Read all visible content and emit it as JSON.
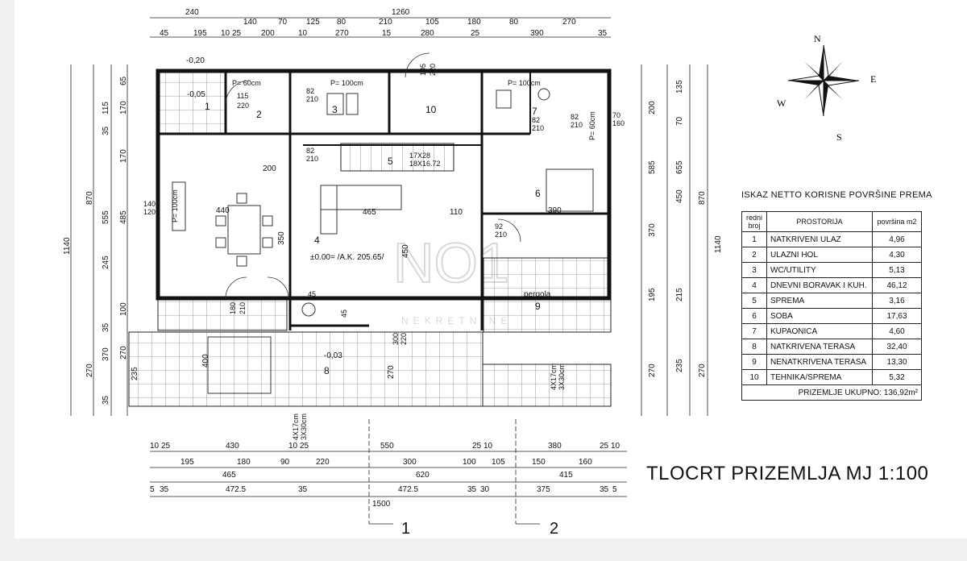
{
  "legend": {
    "title": "ISKAZ NETTO KORISNE POVRŠINE PREMA",
    "headers": {
      "no": "redni broj",
      "room": "PROSTORIJA",
      "area": "površina m2"
    },
    "rows": [
      {
        "no": "1",
        "name": "NATKRIVENI ULAZ",
        "area": "4,96"
      },
      {
        "no": "2",
        "name": "ULAZNI HOL",
        "area": "4,30"
      },
      {
        "no": "3",
        "name": "WC/UTILITY",
        "area": "5,13"
      },
      {
        "no": "4",
        "name": "DNEVNI BORAVAK I KUH.",
        "area": "46,12"
      },
      {
        "no": "5",
        "name": "SPREMA",
        "area": "3,16"
      },
      {
        "no": "6",
        "name": "SOBA",
        "area": "17,63"
      },
      {
        "no": "7",
        "name": "KUPAONICA",
        "area": "4,60"
      },
      {
        "no": "8",
        "name": "NATKRIVENA TERASA",
        "area": "32,40"
      },
      {
        "no": "9",
        "name": "NENATKRIVENA TERASA",
        "area": "13,30"
      },
      {
        "no": "10",
        "name": "TEHNIKA/SPREMA",
        "area": "5,32"
      }
    ],
    "total": "PRIZEMLJE UKUPNO: 136,92m²"
  },
  "title": "TLOCRT PRIZEMLJA MJ 1:100",
  "axes": {
    "a1": "1",
    "a2": "2"
  },
  "watermark": {
    "logo": "NO1",
    "text": "NEKRETNINE"
  },
  "compass": {
    "n": "N",
    "e": "E",
    "s": "S",
    "w": "W"
  },
  "plan": {
    "level": "±0.00= /A.K. 205.65/",
    "pergola": "pergola",
    "stair": {
      "a": "17X28",
      "b": "18X16.72"
    },
    "rooms": {
      "r1": "1",
      "r2": "2",
      "r3": "3",
      "r4": "4",
      "r5": "5",
      "r6": "6",
      "r7": "7",
      "r8": "8",
      "r9": "9",
      "r10": "10"
    },
    "levels": {
      "l1": "-0,20",
      "l2": "-0,05",
      "l3": "-0,03"
    },
    "inner": {
      "i1": "440",
      "i2": "465",
      "i3": "390",
      "i4": "350",
      "i5": "200",
      "i6": "110",
      "i7": "450",
      "i8": "400",
      "i9": "270",
      "d1": "115",
      "d2": "220",
      "d3": "82",
      "d4": "210",
      "d5": "82",
      "d6": "210",
      "d7": "82",
      "d8": "210",
      "d9": "82",
      "d10": "210",
      "d11": "105",
      "d12": "220",
      "d13": "70",
      "d14": "160",
      "d15": "140",
      "d16": "120",
      "d17": "92",
      "d18": "210",
      "d19": "180",
      "d20": "210",
      "d21": "300",
      "d22": "220",
      "d23": "45",
      "d24": "45",
      "p1": "P= 60cm",
      "p2": "P= 100cm",
      "p3": "P= 100cm",
      "p4": "P= 100cm",
      "p5": "P= 60cm",
      "s1": "4X17cm",
      "s2": "3X30cm",
      "s3": "4X17cm",
      "s4": "3X30cm"
    },
    "top_dims": {
      "row1": [
        "240",
        "1260"
      ],
      "row2": [
        "140",
        "70",
        "125",
        "80",
        "210",
        "105",
        "180",
        "80",
        "270"
      ],
      "row3": [
        "45",
        "195",
        "10",
        "25",
        "200",
        "10",
        "270",
        "15",
        "280",
        "25",
        "390",
        "35"
      ]
    },
    "bottom_dims": {
      "row1": [
        "10",
        "25",
        "430",
        "10",
        "25",
        "550",
        "25",
        "10",
        "380",
        "25",
        "10"
      ],
      "row2": [
        "195",
        "180",
        "90",
        "220",
        "300",
        "100",
        "105",
        "150",
        "160"
      ],
      "row3": [
        "465",
        "620",
        "415"
      ],
      "row4": [
        "5",
        "35",
        "472.5",
        "35",
        "472.5",
        "35",
        "30",
        "375",
        "35",
        "5"
      ],
      "total": "1500"
    },
    "left_dims": {
      "outer": "1140",
      "mid": [
        "870",
        "270"
      ],
      "inner": [
        "115",
        "35",
        "555",
        "245",
        "35",
        "370",
        "35"
      ],
      "innermost": [
        "65",
        "170",
        "170",
        "485",
        "100",
        "270",
        "235"
      ]
    },
    "right_dims": {
      "outer": "1140",
      "mid": [
        "870",
        "270"
      ],
      "inner": [
        "200",
        "585",
        "370",
        "195",
        "270"
      ],
      "innermost": [
        "135",
        "70",
        "655",
        "450",
        "215",
        "235"
      ]
    }
  }
}
